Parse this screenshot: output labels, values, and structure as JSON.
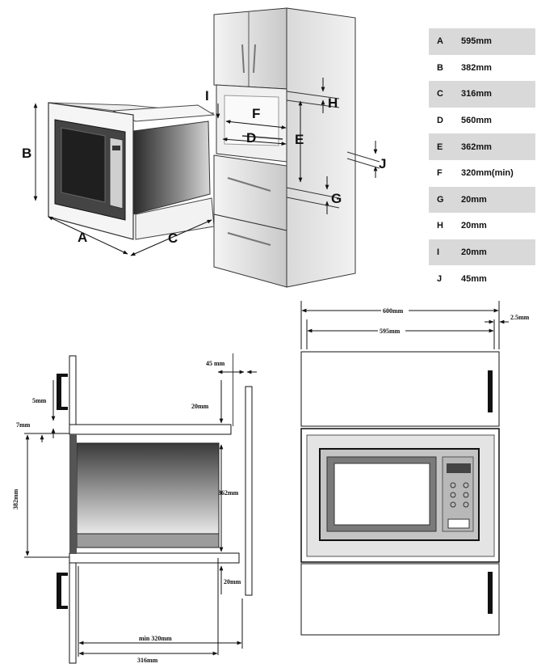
{
  "legend": [
    {
      "key": "A",
      "value": "595mm",
      "shaded": true
    },
    {
      "key": "B",
      "value": "382mm",
      "shaded": false
    },
    {
      "key": "C",
      "value": "316mm",
      "shaded": true
    },
    {
      "key": "D",
      "value": "560mm",
      "shaded": false
    },
    {
      "key": "E",
      "value": "362mm",
      "shaded": true
    },
    {
      "key": "F",
      "value": "320mm(min)",
      "shaded": false
    },
    {
      "key": "G",
      "value": "20mm",
      "shaded": true
    },
    {
      "key": "H",
      "value": "20mm",
      "shaded": false
    },
    {
      "key": "I",
      "value": "20mm",
      "shaded": true
    },
    {
      "key": "J",
      "value": "45mm",
      "shaded": false
    }
  ],
  "iso_labels": {
    "A": "A",
    "B": "B",
    "C": "C",
    "D": "D",
    "E": "E",
    "F": "F",
    "G": "G",
    "H": "H",
    "I": "I",
    "J": "J"
  },
  "side_view": {
    "top_gap": "45 mm",
    "shelf_gap_top": "5mm",
    "shelf_thickness_top": "20mm",
    "small_gap": "7mm",
    "height": "382mm",
    "inner_height": "362mm",
    "shelf_thickness_bottom": "20mm",
    "depth_min": "min 320mm",
    "depth": "316mm"
  },
  "front_view": {
    "outer_width": "600mm",
    "inner_width": "595mm",
    "side_gap": "2.5mm"
  }
}
